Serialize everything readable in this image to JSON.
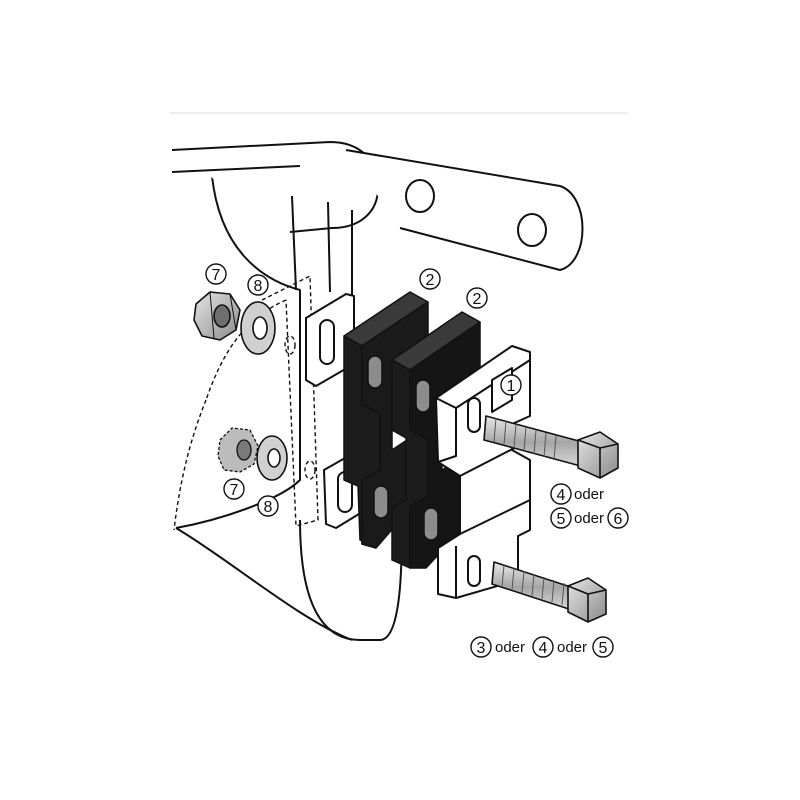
{
  "callouts": {
    "part_1": "1",
    "part_2_left": "2",
    "part_2_right": "2",
    "part_7_top": "7",
    "part_8_top": "8",
    "part_7_bottom": "7",
    "part_8_bottom": "8"
  },
  "upper_bolt_options": {
    "a": "4",
    "word_1": "oder",
    "b": "5",
    "word_2": "oder",
    "c": "6"
  },
  "lower_bolt_options": {
    "a": "3",
    "word_1": "oder",
    "b": "4",
    "word_2": "oder",
    "c": "5"
  },
  "colors": {
    "line": "#111111",
    "frame_fill": "#ffffff",
    "spacer_fill": "#1c1c1c",
    "bracket_fill": "#f4f4f4",
    "metal_fill": "#c8c8c8",
    "metal_dark": "#8e8e8e"
  }
}
